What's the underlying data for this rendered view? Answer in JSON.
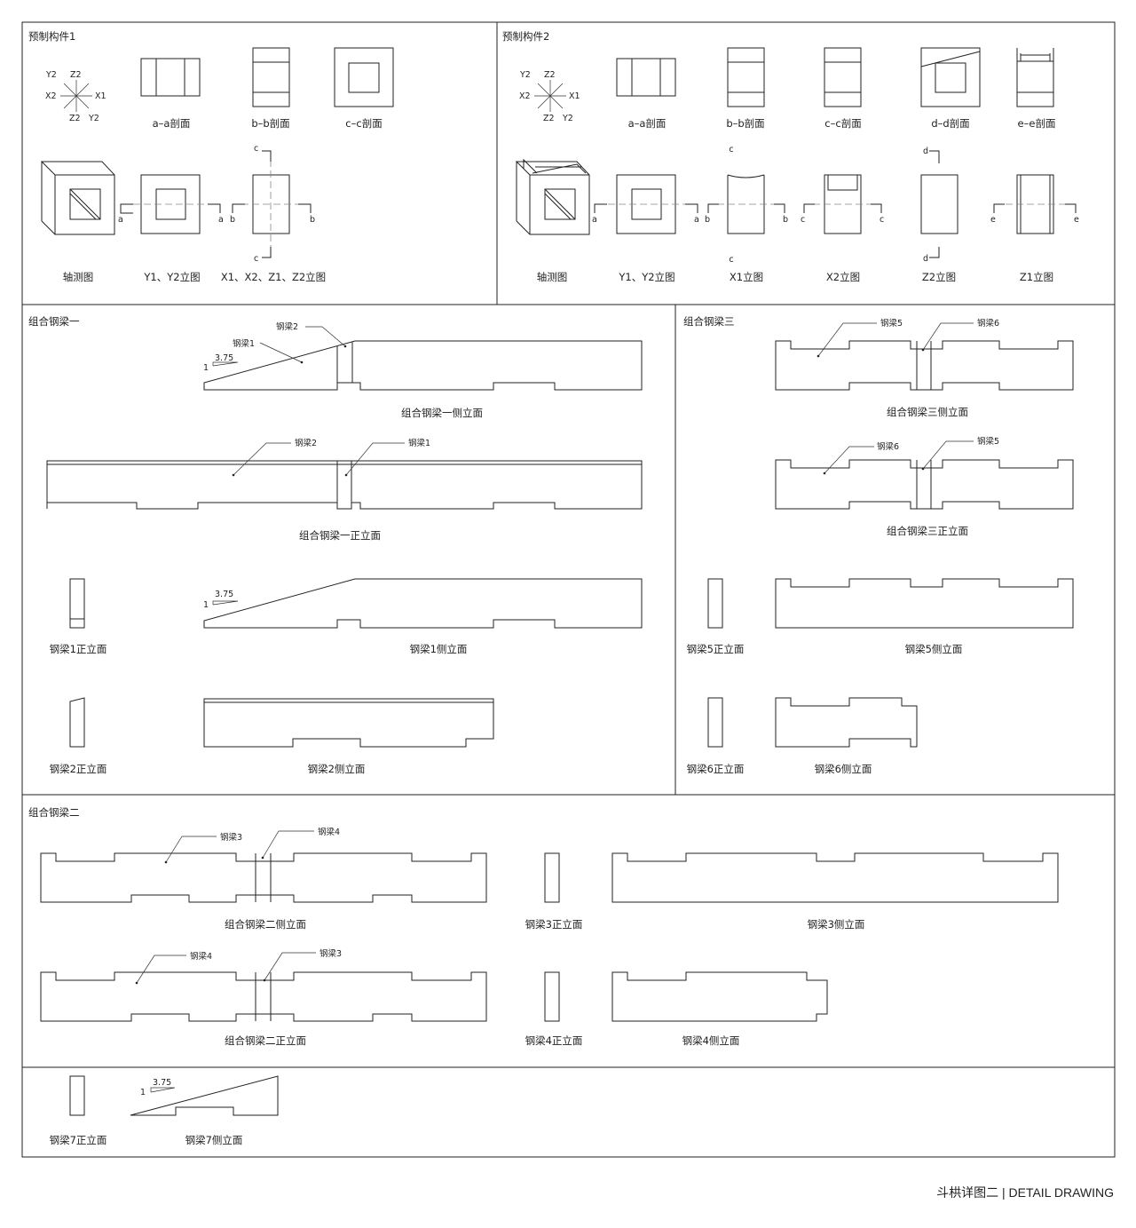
{
  "precast1": {
    "title": "预制构件1",
    "axes": {
      "y2": "Y2",
      "z2": "Z2",
      "x2": "X2",
      "x1": "X1",
      "z2b": "Z2",
      "y2b": "Y2"
    },
    "captions": [
      "a–a剖面",
      "b–b剖面",
      "c–c剖面",
      "轴测图",
      "Y1、Y2立图",
      "X1、X2、Z1、Z2立图"
    ],
    "marks": {
      "a": "a",
      "b": "b",
      "c": "c"
    }
  },
  "precast2": {
    "title": "预制构件2",
    "axes": {
      "y2": "Y2",
      "z2": "Z2",
      "x2": "X2",
      "x1": "X1",
      "z2b": "Z2",
      "y2b": "Y2"
    },
    "captions": [
      "a–a剖面",
      "b–b剖面",
      "c–c剖面",
      "d–d剖面",
      "e–e剖面",
      "轴测图",
      "Y1、Y2立图",
      "X1立图",
      "X2立图",
      "Z2立图",
      "Z1立图"
    ],
    "marks": {
      "a": "a",
      "b": "b",
      "c": "c",
      "d": "d",
      "e": "e"
    }
  },
  "beam_group1": {
    "title": "组合钢梁一",
    "slope": {
      "run": "3.75",
      "rise": "1"
    },
    "labels": {
      "beam1": "钢梁1",
      "beam2": "钢梁2"
    },
    "captions": {
      "side": "组合钢梁一侧立面",
      "front": "组合钢梁一正立面",
      "b1_front": "钢梁1正立面",
      "b1_side": "钢梁1侧立面",
      "b2_front": "钢梁2正立面",
      "b2_side": "钢梁2侧立面"
    }
  },
  "beam_group3": {
    "title": "组合钢梁三",
    "labels": {
      "beam5": "钢梁5",
      "beam6": "钢梁6"
    },
    "captions": {
      "side": "组合钢梁三侧立面",
      "front": "组合钢梁三正立面",
      "b5_front": "钢梁5正立面",
      "b5_side": "钢梁5侧立面",
      "b6_front": "钢梁6正立面",
      "b6_side": "钢梁6侧立面"
    }
  },
  "beam_group2": {
    "title": "组合钢梁二",
    "labels": {
      "beam3": "钢梁3",
      "beam4": "钢梁4"
    },
    "captions": {
      "side": "组合钢梁二侧立面",
      "front": "组合钢梁二正立面",
      "b3_front": "钢梁3正立面",
      "b3_side": "钢梁3侧立面",
      "b4_front": "钢梁4正立面",
      "b4_side": "钢梁4侧立面"
    }
  },
  "beam7": {
    "slope": {
      "run": "3.75",
      "rise": "1"
    },
    "captions": {
      "front": "钢梁7正立面",
      "side": "钢梁7侧立面"
    }
  },
  "footer": "斗栱详图二 | DETAIL DRAWING"
}
